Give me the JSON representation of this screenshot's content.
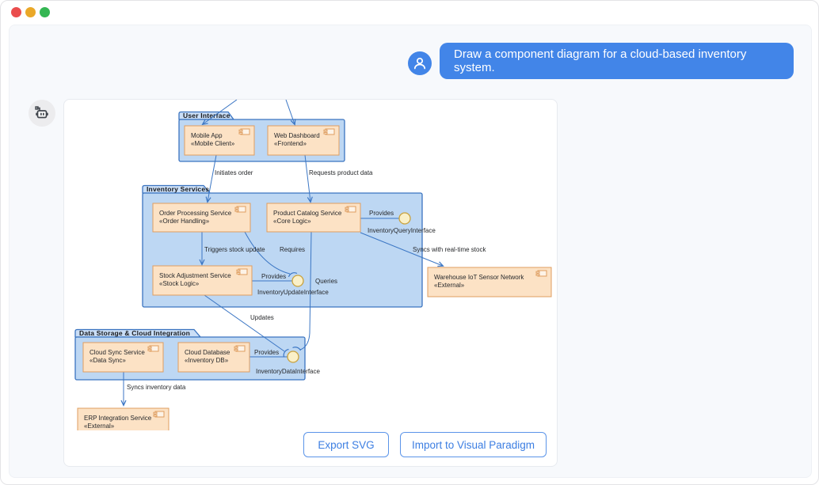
{
  "chat": {
    "user_message": "Draw a component diagram for a cloud-based inventory system."
  },
  "actions": {
    "export_label": "Export SVG",
    "import_label": "Import to Visual Paradigm"
  },
  "colors": {
    "accent_blue": "#4285e8",
    "package_fill": "#bdd7f3",
    "package_border": "#3b74c0",
    "component_fill": "#fce2c5",
    "component_border": "#df9e60",
    "interface_ball_fill": "#faf0c8",
    "edge_blue": "#3b76c4"
  },
  "diagram": {
    "packages": [
      {
        "label": "User Interface"
      },
      {
        "label": "Inventory Services"
      },
      {
        "label": "Data Storage & Cloud Integration"
      }
    ],
    "components": [
      {
        "name": "Mobile App",
        "stereotype": "«Mobile Client»"
      },
      {
        "name": "Web Dashboard",
        "stereotype": "«Frontend»"
      },
      {
        "name": "Order Processing Service",
        "stereotype": "«Order Handling»"
      },
      {
        "name": "Product Catalog Service",
        "stereotype": "«Core Logic»"
      },
      {
        "name": "Stock Adjustment Service",
        "stereotype": "«Stock Logic»"
      },
      {
        "name": "Warehouse IoT Sensor Network",
        "stereotype": "«External»"
      },
      {
        "name": "Cloud Sync Service",
        "stereotype": "«Data Sync»"
      },
      {
        "name": "Cloud Database",
        "stereotype": "«Inventory DB»"
      },
      {
        "name": "ERP Integration Service",
        "stereotype": "«External»"
      }
    ],
    "interfaces": [
      {
        "name": "InventoryQueryInterface"
      },
      {
        "name": "InventoryUpdateInterface"
      },
      {
        "name": "InventoryDataInterface"
      }
    ],
    "edge_labels": {
      "initiates": "Initiates order",
      "requests": "Requests product data",
      "triggers": "Triggers stock update",
      "requires": "Requires",
      "provides_query": "Provides",
      "provides_update": "Provides",
      "provides_data": "Provides",
      "queries": "Queries",
      "updates": "Updates",
      "syncs_realtime": "Syncs with real-time stock",
      "syncs_inventory": "Syncs inventory data"
    }
  }
}
